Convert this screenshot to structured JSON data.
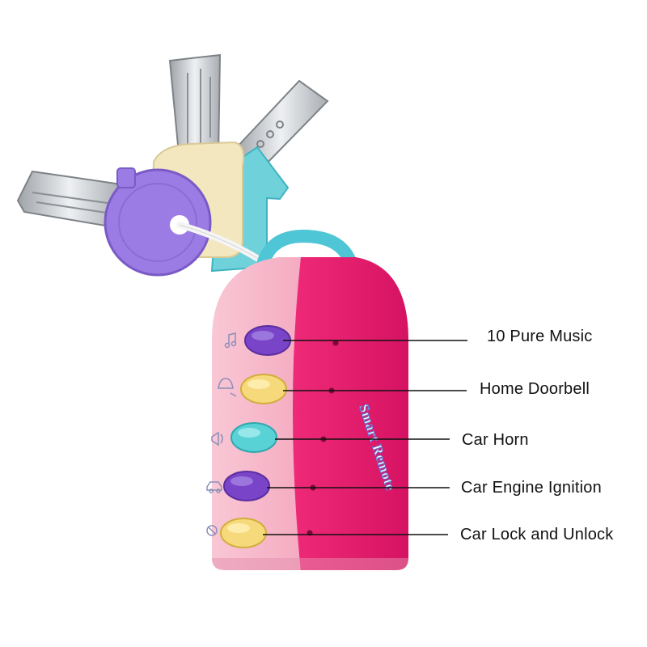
{
  "remote": {
    "brand_text": "Smart Remote",
    "colors": {
      "pink_left": "#f7b6c8",
      "magenta_right": "#e8186b",
      "loop_teal": "#4fc6d6",
      "purple_button": "#7a44c8",
      "yellow_button": "#f6d97a",
      "teal_button": "#59d2d6"
    }
  },
  "callouts": [
    {
      "label": "10 Pure Music",
      "button_color": "purple",
      "icon": "music-note-icon"
    },
    {
      "label": "Home Doorbell",
      "button_color": "yellow",
      "icon": "bell-icon"
    },
    {
      "label": "Car Horn",
      "button_color": "teal",
      "icon": "horn-icon"
    },
    {
      "label": "Car Engine Ignition",
      "button_color": "purple",
      "icon": "car-icon"
    },
    {
      "label": "Car Lock and Unlock",
      "button_color": "yellow",
      "icon": "lock-icon"
    }
  ]
}
